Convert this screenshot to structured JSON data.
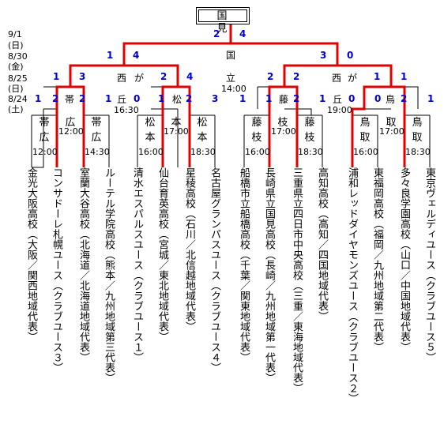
{
  "champion_label": "国　見",
  "dates": [
    {
      "top": "9/1",
      "bottom": "(日)"
    },
    {
      "top": "8/30",
      "bottom": "(金)"
    },
    {
      "top": "8/25",
      "bottom": "(日)"
    },
    {
      "top": "8/24",
      "bottom": "(土)"
    }
  ],
  "venues": {
    "final": "国",
    "semi_left_a": "西",
    "semi_left_b": "が",
    "semi_left_c": "丘",
    "semi_mid": "立",
    "semi_right_a": "西",
    "semi_right_b": "が",
    "semi_right_c": "丘",
    "r16_left_sub": "帯",
    "r16_mid_sub": "松",
    "r16_right_a_sub": "藤",
    "r16_right_b_sub": "鳥"
  },
  "times": {
    "semi_mid": "14:00",
    "semi_left": "16:30",
    "semi_right": "19:00",
    "r16_1": "12:00",
    "r16_2": "12:00",
    "r16_3": "14:30",
    "r16_4": "16:00",
    "r16_5": "17:00",
    "r16_6": "18:30",
    "r16_7": "16:00",
    "r16_8": "17:00",
    "r16_9": "18:30",
    "r16_10": "16:00",
    "r16_11": "17:00",
    "r16_12": "18:30"
  },
  "r16_venues": {
    "g1": "帯広",
    "g2": "広",
    "g3": "帯広",
    "g4": "松本",
    "g5": "本",
    "g6": "松本",
    "g7": "藤枝",
    "g8": "枝",
    "g9": "藤枝",
    "g10": "鳥取",
    "g11": "取",
    "g12": "鳥取"
  },
  "scores": {
    "final_left": "2",
    "final_right": "4",
    "sf_left": "1",
    "sf_left2": "4",
    "sf_right": "3",
    "sf_right2": "0",
    "qf1_l": "1",
    "qf1_r": "3",
    "qf2_l": "2",
    "qf2_r": "4",
    "qf3_l": "2",
    "qf3_r": "2",
    "qf4_l": "1",
    "qf4_r": "1",
    "r1_a": "1",
    "r1_b": "2",
    "r1_c": "2",
    "r1_d": "1",
    "r1_e": "0",
    "r1_f": "1",
    "r1_g": "2",
    "r1_h": "3",
    "r1_i": "1",
    "r1_j": "1",
    "r1_k": "2",
    "r1_l": "1",
    "r1_m": "0",
    "r1_n": "0",
    "r1_o": "2",
    "r1_p": "1"
  },
  "teams": [
    {
      "name": "金光大阪高校",
      "region": "（大阪／関西地域代表）"
    },
    {
      "name": "コンサドーレ札幌ユース",
      "region": "（クラブユース３）"
    },
    {
      "name": "室蘭大谷高校",
      "region": "（北海道／北海道地域代表）"
    },
    {
      "name": "ルーテル学院高校",
      "region": "（熊本／九州地域第三代表）"
    },
    {
      "name": "清水エスパルスユース",
      "region": "（クラブユース１）"
    },
    {
      "name": "仙台育英高校",
      "region": "（宮城／東北地域代表）"
    },
    {
      "name": "星稜高校",
      "region": "（石川／北信越地域代表）"
    },
    {
      "name": "名古屋グランパスユース",
      "region": "（クラブユース４）"
    },
    {
      "name": "船橋市立船橋高校",
      "region": "（千葉／関東地域代表）"
    },
    {
      "name": "長崎県立国見高校",
      "region": "（長崎／九州地域第一代表）"
    },
    {
      "name": "三重県立四日市中央高校",
      "region": "（三重／東海地域代表）"
    },
    {
      "name": "高知高校",
      "region": "（高知／四国地域代表）"
    },
    {
      "name": "浦和レッドダイヤモンズユース",
      "region": "（クラブユース２）"
    },
    {
      "name": "東福岡高校",
      "region": "（福岡／九州地域第二代表）"
    },
    {
      "name": "多々良学園高校",
      "region": "（山口／中国地域代表）"
    },
    {
      "name": "東京ヴェルディユース",
      "region": "（クラブユース５）"
    }
  ]
}
